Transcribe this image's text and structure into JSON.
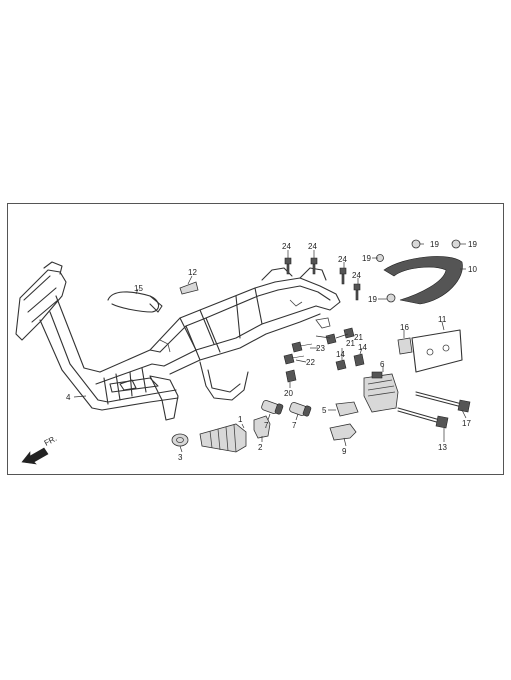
{
  "callouts": {
    "c1": "1",
    "c2": "2",
    "c3": "3",
    "c4": "4",
    "c5": "5",
    "c6": "6",
    "c7a": "7",
    "c7b": "7",
    "c9": "9",
    "c10": "10",
    "c11": "11",
    "c12": "12",
    "c13": "13",
    "c14a": "14",
    "c14b": "14",
    "c15": "15",
    "c16": "16",
    "c17": "17",
    "c19a": "19",
    "c19b": "19",
    "c19c": "19",
    "c20": "20",
    "c21a": "21",
    "c21b": "21",
    "c22": "22",
    "c23": "23",
    "c24a": "24",
    "c24b": "24",
    "c24c": "24",
    "c24d": "24"
  },
  "direction_label": "FR."
}
